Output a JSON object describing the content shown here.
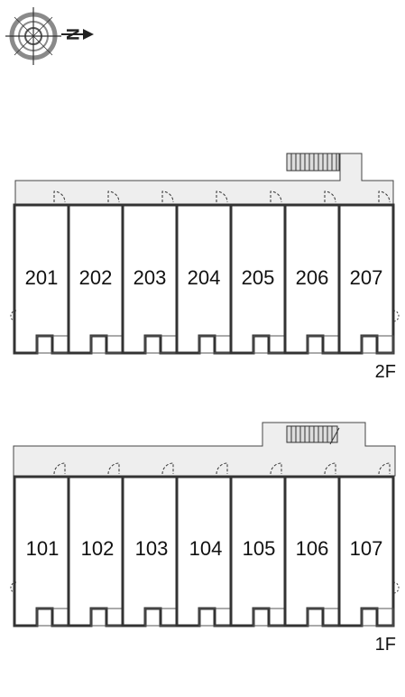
{
  "compass": {
    "icon": "compass-rose-icon",
    "letter": "N"
  },
  "floors": [
    {
      "floor_label": "2F",
      "units": [
        "201",
        "202",
        "203",
        "204",
        "205",
        "206",
        "207"
      ]
    },
    {
      "floor_label": "1F",
      "units": [
        "101",
        "102",
        "103",
        "104",
        "105",
        "106",
        "107"
      ]
    }
  ],
  "colors": {
    "corridor_fill": "#eeeeee",
    "wall": "#333333",
    "stair_fill": "#dddddd"
  }
}
